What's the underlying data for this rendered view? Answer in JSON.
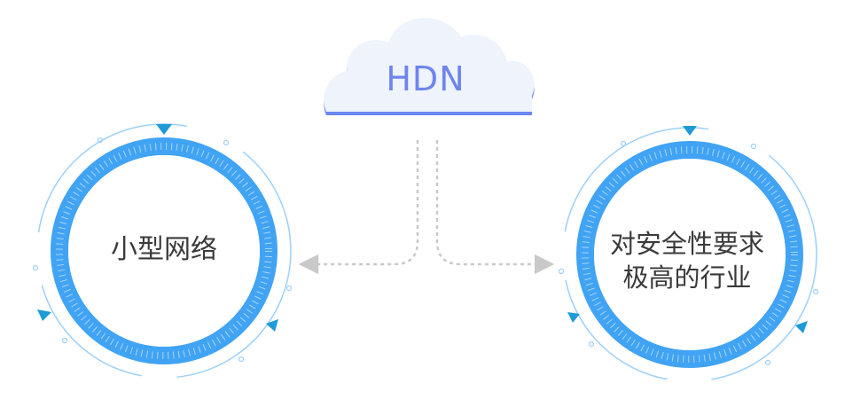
{
  "cloud": {
    "label": "HDN"
  },
  "left_node": {
    "label": "小型网络"
  },
  "right_node": {
    "line1": "对安全性要求",
    "line2": "极高的行业"
  },
  "colors": {
    "ring": "#41a3f3",
    "ring_outer_line": "#9ed0f7",
    "triangle": "#1e9ad8",
    "cloud_fill": "#eef3fc",
    "cloud_shadow": "#6b86ee",
    "connector": "#c9c9c9"
  }
}
